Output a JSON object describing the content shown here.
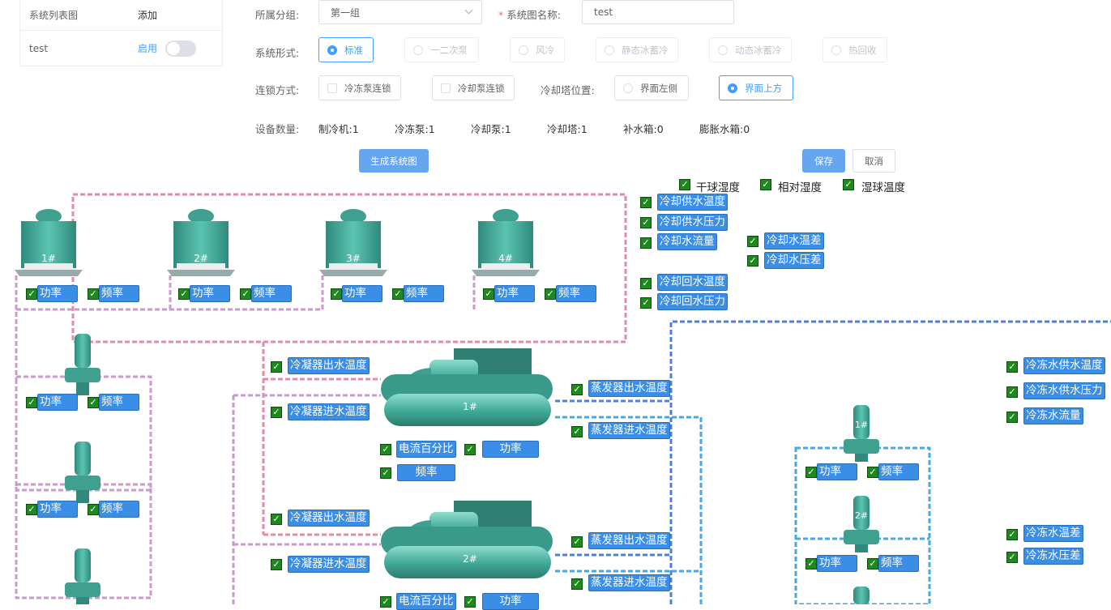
{
  "left_panel": {
    "title": "系统列表图",
    "add_label": "添加",
    "row": {
      "name": "test",
      "status": "启用"
    }
  },
  "form": {
    "group_label": "所属分组:",
    "group_value": "第一组",
    "name_label": "系统图名称:",
    "name_value": "test",
    "form_label": "系统形式:",
    "form_options": [
      "标准",
      "一二次泵",
      "风冷",
      "静态冰蓄冷",
      "动态冰蓄冷",
      "热回收"
    ],
    "interlock_label": "连锁方式:",
    "interlock_options": [
      "冷冻泵连锁",
      "冷却泵连锁"
    ],
    "tower_pos_label": "冷却塔位置:",
    "tower_pos_options": [
      "界面左侧",
      "界面上方"
    ],
    "count_label": "设备数量:",
    "counts": [
      "制冷机:",
      "1",
      "冷冻泵:",
      "1",
      "冷却泵:",
      "1",
      "冷却塔:",
      "1",
      "补水箱:",
      "0",
      "膨胀水箱:",
      "0"
    ]
  },
  "buttons": {
    "generate": "生成系统图",
    "save": "保存",
    "cancel": "取消"
  },
  "diagram": {
    "check": "✓",
    "towers": [
      "1#",
      "2#",
      "3#",
      "4#"
    ],
    "chillers": [
      "1#",
      "2#"
    ],
    "chw_pumps": [
      "1#",
      "2#"
    ],
    "power": "功率",
    "freq": "频率",
    "current_pct": "电流百分比",
    "weather": [
      "干球湿度",
      "相对湿度",
      "湿球温度"
    ],
    "cooling_tags": [
      "冷却供水温度",
      "冷却供水压力",
      "冷却水流量",
      "冷却回水温度",
      "冷却回水压力",
      "冷却水温差",
      "冷却水压差"
    ],
    "cond_out": "冷凝器出水温度",
    "cond_in": "冷凝器进水温度",
    "evap_out": "蒸发器出水温度",
    "evap_in": "蒸发器进水温度",
    "chw_tags": [
      "冷冻水供水温度",
      "冷冻水供水压力",
      "冷冻水流量",
      "冷冻水温差",
      "冷冻水压差"
    ],
    "colors": {
      "tag": "#3b8ee5",
      "check": "#1e8a1e",
      "equipment": "#46b0a0",
      "pipe_pink": "#e07a9a",
      "pipe_blue": "#4a7fe0"
    }
  }
}
